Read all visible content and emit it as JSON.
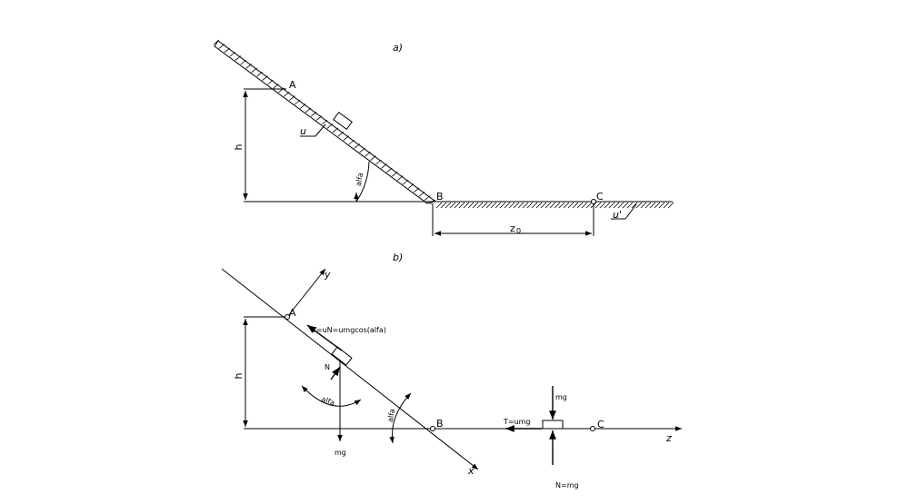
{
  "part_a": {
    "label": "a)",
    "points": {
      "a": "A",
      "b": "B",
      "c": "C"
    },
    "height": "h",
    "angle": "alfa",
    "friction_slope": "u",
    "friction_flat": "u'",
    "distance": "z",
    "distance_sub": "0"
  },
  "part_b": {
    "label": "b)",
    "points": {
      "a": "A",
      "b": "B",
      "c": "C"
    },
    "height": "h",
    "axes": {
      "x": "x",
      "y": "y",
      "z": "z"
    },
    "friction_slope": "T=uN=umgcos(alfa)",
    "normal_slope": "N",
    "weight_slope": "mg",
    "angle_inner": "alfa",
    "angle_outer": "alfa",
    "weight_flat": "mg",
    "friction_flat": "T=umg",
    "normal_flat": "N=mg"
  }
}
